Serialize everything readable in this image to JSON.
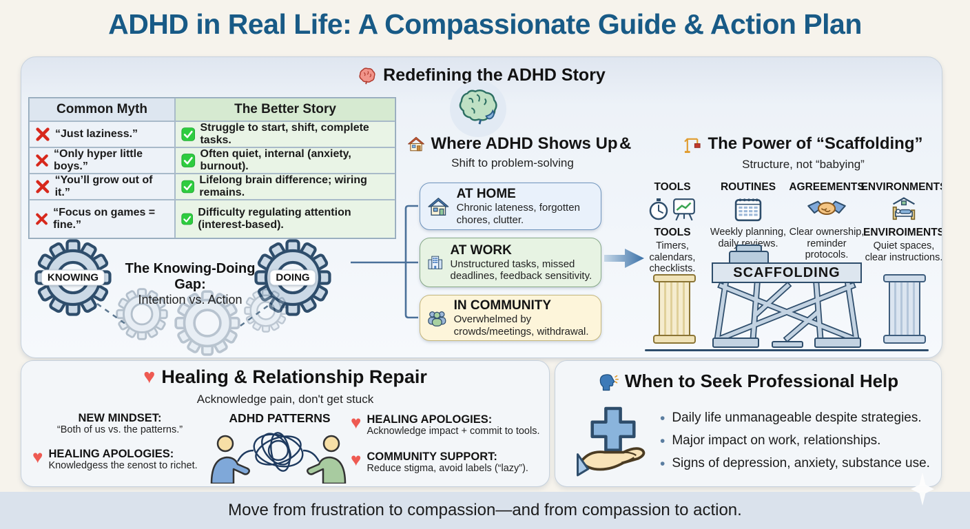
{
  "title": "ADHD in Real Life: A Compassionate Guide & Action Plan",
  "redefining": {
    "heading": "Redefining the ADHD Story",
    "table": {
      "myth_header": "Common Myth",
      "story_header": "The Better Story",
      "rows": [
        {
          "myth": "“Just laziness.”",
          "story": "Struggle to start, shift, complete tasks."
        },
        {
          "myth": "“Only hyper little boys.”",
          "story": "Often quiet, internal (anxiety, burnout)."
        },
        {
          "myth": "“You’ll grow out of it.”",
          "story": "Lifelong brain difference; wiring remains."
        },
        {
          "myth": "“Focus on games = fine.”",
          "story": "Difficulty regulating attention (interest-based)."
        }
      ]
    },
    "gap": {
      "left_gear": "KNOWING",
      "right_gear": "DOING",
      "title": "The Knowing-Doing Gap:",
      "subtitle": "Intention vs. Action"
    }
  },
  "shows_up": {
    "heading": "Where ADHD Shows Up",
    "ampersand": "&",
    "subheading": "Shift to problem-solving",
    "cards": [
      {
        "title": "AT HOME",
        "body": "Chronic lateness, forgotten chores, clutter.",
        "icon": "house-icon"
      },
      {
        "title": "AT WORK",
        "body": "Unstructured tasks, missed deadlines, feedback sensitivity.",
        "icon": "building-icon"
      },
      {
        "title": "IN COMMUNITY",
        "body": "Overwhelmed by crowds/meetings, withdrawal.",
        "icon": "people-icon"
      }
    ]
  },
  "scaffolding": {
    "heading": "The Power of “Scaffolding”",
    "subheading": "Structure, not “babying”",
    "banner": "SCAFFOLDING",
    "columns": [
      {
        "header": "TOOLS",
        "label": "TOOLS",
        "body": "Timers, calendars, checklists.",
        "icon": "stopwatch-chart-icon"
      },
      {
        "header": "ROUTINES",
        "label": "",
        "body": "Weekly planning, daily reviews.",
        "icon": "calendar-icon"
      },
      {
        "header": "AGREEMENTS",
        "label": "",
        "body": "Clear ownership, reminder protocols.",
        "icon": "handshake-icon"
      },
      {
        "header": "ENVIRONMENTS",
        "label": "ENVIROIMENTS",
        "body": "Quiet spaces, clear instructions.",
        "icon": "bed-icon"
      }
    ]
  },
  "healing": {
    "heading": "Healing & Relationship Repair",
    "subheading": "Acknowledge pain, don't get stuck",
    "left_items": [
      {
        "label": "NEW MINDSET:",
        "body": "“Both of us vs. the patterns.”"
      },
      {
        "label": "HEALING APOLOGIES:",
        "body": "Knowledgess the ɛenost to richet."
      }
    ],
    "center_label": "ADHD PATTERNS",
    "right_items": [
      {
        "label": "HEALING APOLOGIES:",
        "body": "Acknowledge impact + commit to tools."
      },
      {
        "label": "COMMUNITY SUPPORT:",
        "body": "Reduce stigma, avoid labels (“lazy”)."
      }
    ]
  },
  "seek_help": {
    "heading": "When to Seek Professional Help",
    "bullets": [
      "Daily life unmanageable despite strategies.",
      "Major impact on work, relationships.",
      "Signs of depression, anxiety, substance use."
    ]
  },
  "footer": "Move from frustration to compassion—and from compassion to action.",
  "colors": {
    "title_blue": "#185a86",
    "myth_red": "#d7281c",
    "story_green": "#2ecc3f",
    "heart_red": "#ee5a52"
  }
}
